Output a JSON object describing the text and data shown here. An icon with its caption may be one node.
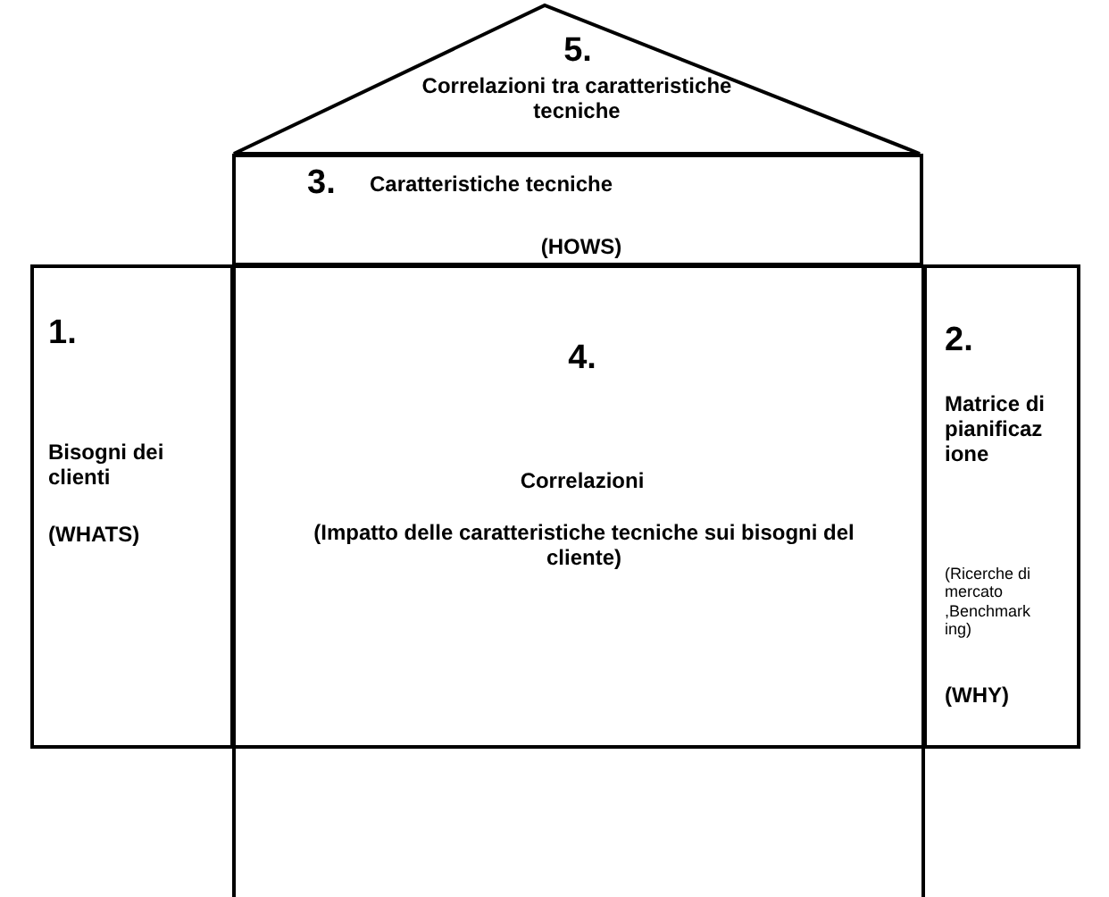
{
  "diagram": {
    "nodes": [
      {
        "text": [
          "5.",
          "Correlazioni tra caratteristiche tecniche"
        ]
      },
      {
        "text": [
          "3.",
          "Caratteristiche tecniche",
          "(HOWS)"
        ]
      },
      {
        "text": [
          "1.",
          "Bisogni dei clienti",
          "(WHATS)"
        ]
      },
      {
        "text": [
          "4.",
          "Correlazioni",
          "(Impatto delle caratteristiche tecniche sui bisogni del cliente)"
        ]
      },
      {
        "text": [
          "2.",
          "Matrice di pianificazione",
          "(Ricerche di mercato ,Benchmarking)",
          "(WHY)"
        ]
      },
      {
        "text": [],
        "shape": "box"
      }
    ]
  }
}
